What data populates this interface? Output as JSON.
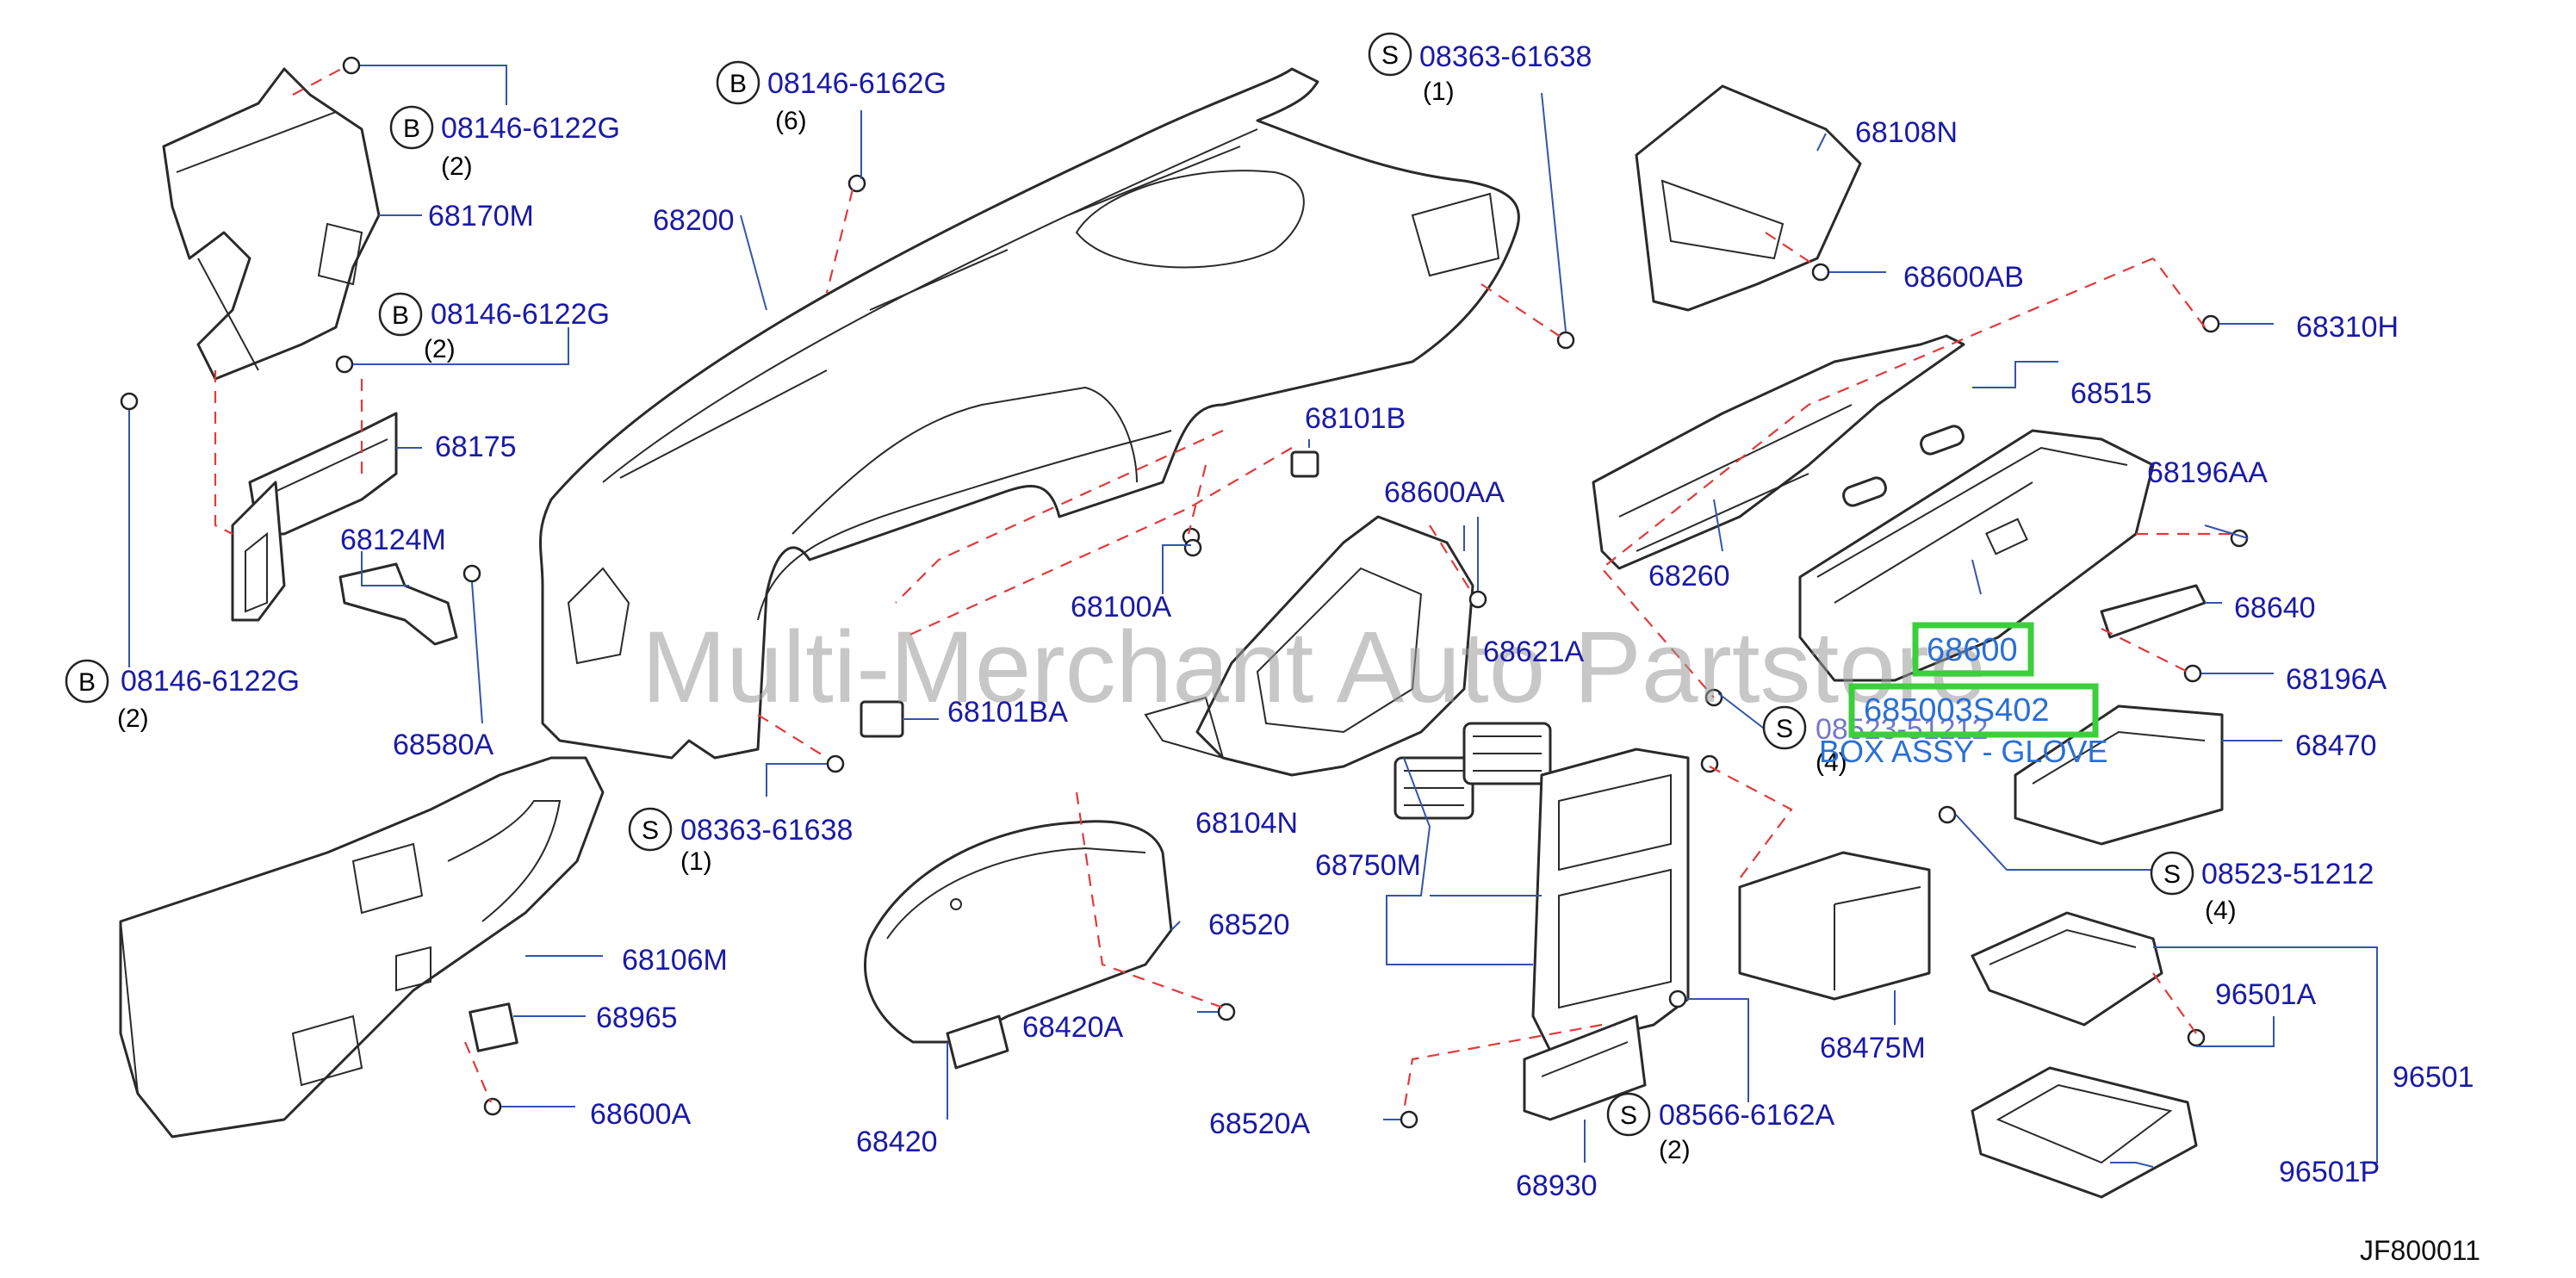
{
  "watermark": "Multi-Merchant Auto Partstore",
  "figure_code": "JF800011",
  "highlight": {
    "part_no": "68600",
    "part_code": "685003S402",
    "description": "BOX ASSY - GLOVE",
    "color": "#3ccf3c"
  },
  "labels": {
    "l68200": "68200",
    "l68170M": "68170M",
    "l68175": "68175",
    "l68124M": "68124M",
    "l68580A": "68580A",
    "l68101BA": "68101BA",
    "l68100A": "68100A",
    "l68101B": "68101B",
    "l68600AA": "68600AA",
    "l68621A": "68621A",
    "l68104N": "68104N",
    "l68750M": "68750M",
    "l68520": "68520",
    "l68420A": "68420A",
    "l68420": "68420",
    "l68520A": "68520A",
    "l68106M": "68106M",
    "l68965": "68965",
    "l68600A": "68600A",
    "l68108N": "68108N",
    "l68600AB": "68600AB",
    "l68310H": "68310H",
    "l68515": "68515",
    "l68260": "68260",
    "l68196AA": "68196AA",
    "l68640": "68640",
    "l68196A": "68196A",
    "l68470": "68470",
    "l68475M": "68475M",
    "l96501A": "96501A",
    "l96501": "96501",
    "l96501P": "96501P",
    "l68930": "68930"
  },
  "callouts": [
    {
      "letter": "B",
      "code": "08146-6122G",
      "qty": "(2)"
    },
    {
      "letter": "B",
      "code": "08146-6162G",
      "qty": "(6)"
    },
    {
      "letter": "S",
      "code": "08363-61638",
      "qty": "(1)"
    },
    {
      "letter": "B",
      "code": "08146-6122G",
      "qty": "(2)"
    },
    {
      "letter": "B",
      "code": "08146-6122G",
      "qty": "(2)"
    },
    {
      "letter": "S",
      "code": "08363-61638",
      "qty": "(1)"
    },
    {
      "letter": "S",
      "code": "08523-51212",
      "qty": "(4)"
    },
    {
      "letter": "S",
      "code": "08523-51212",
      "qty": "(4)"
    },
    {
      "letter": "S",
      "code": "08566-6162A",
      "qty": "(2)"
    }
  ]
}
